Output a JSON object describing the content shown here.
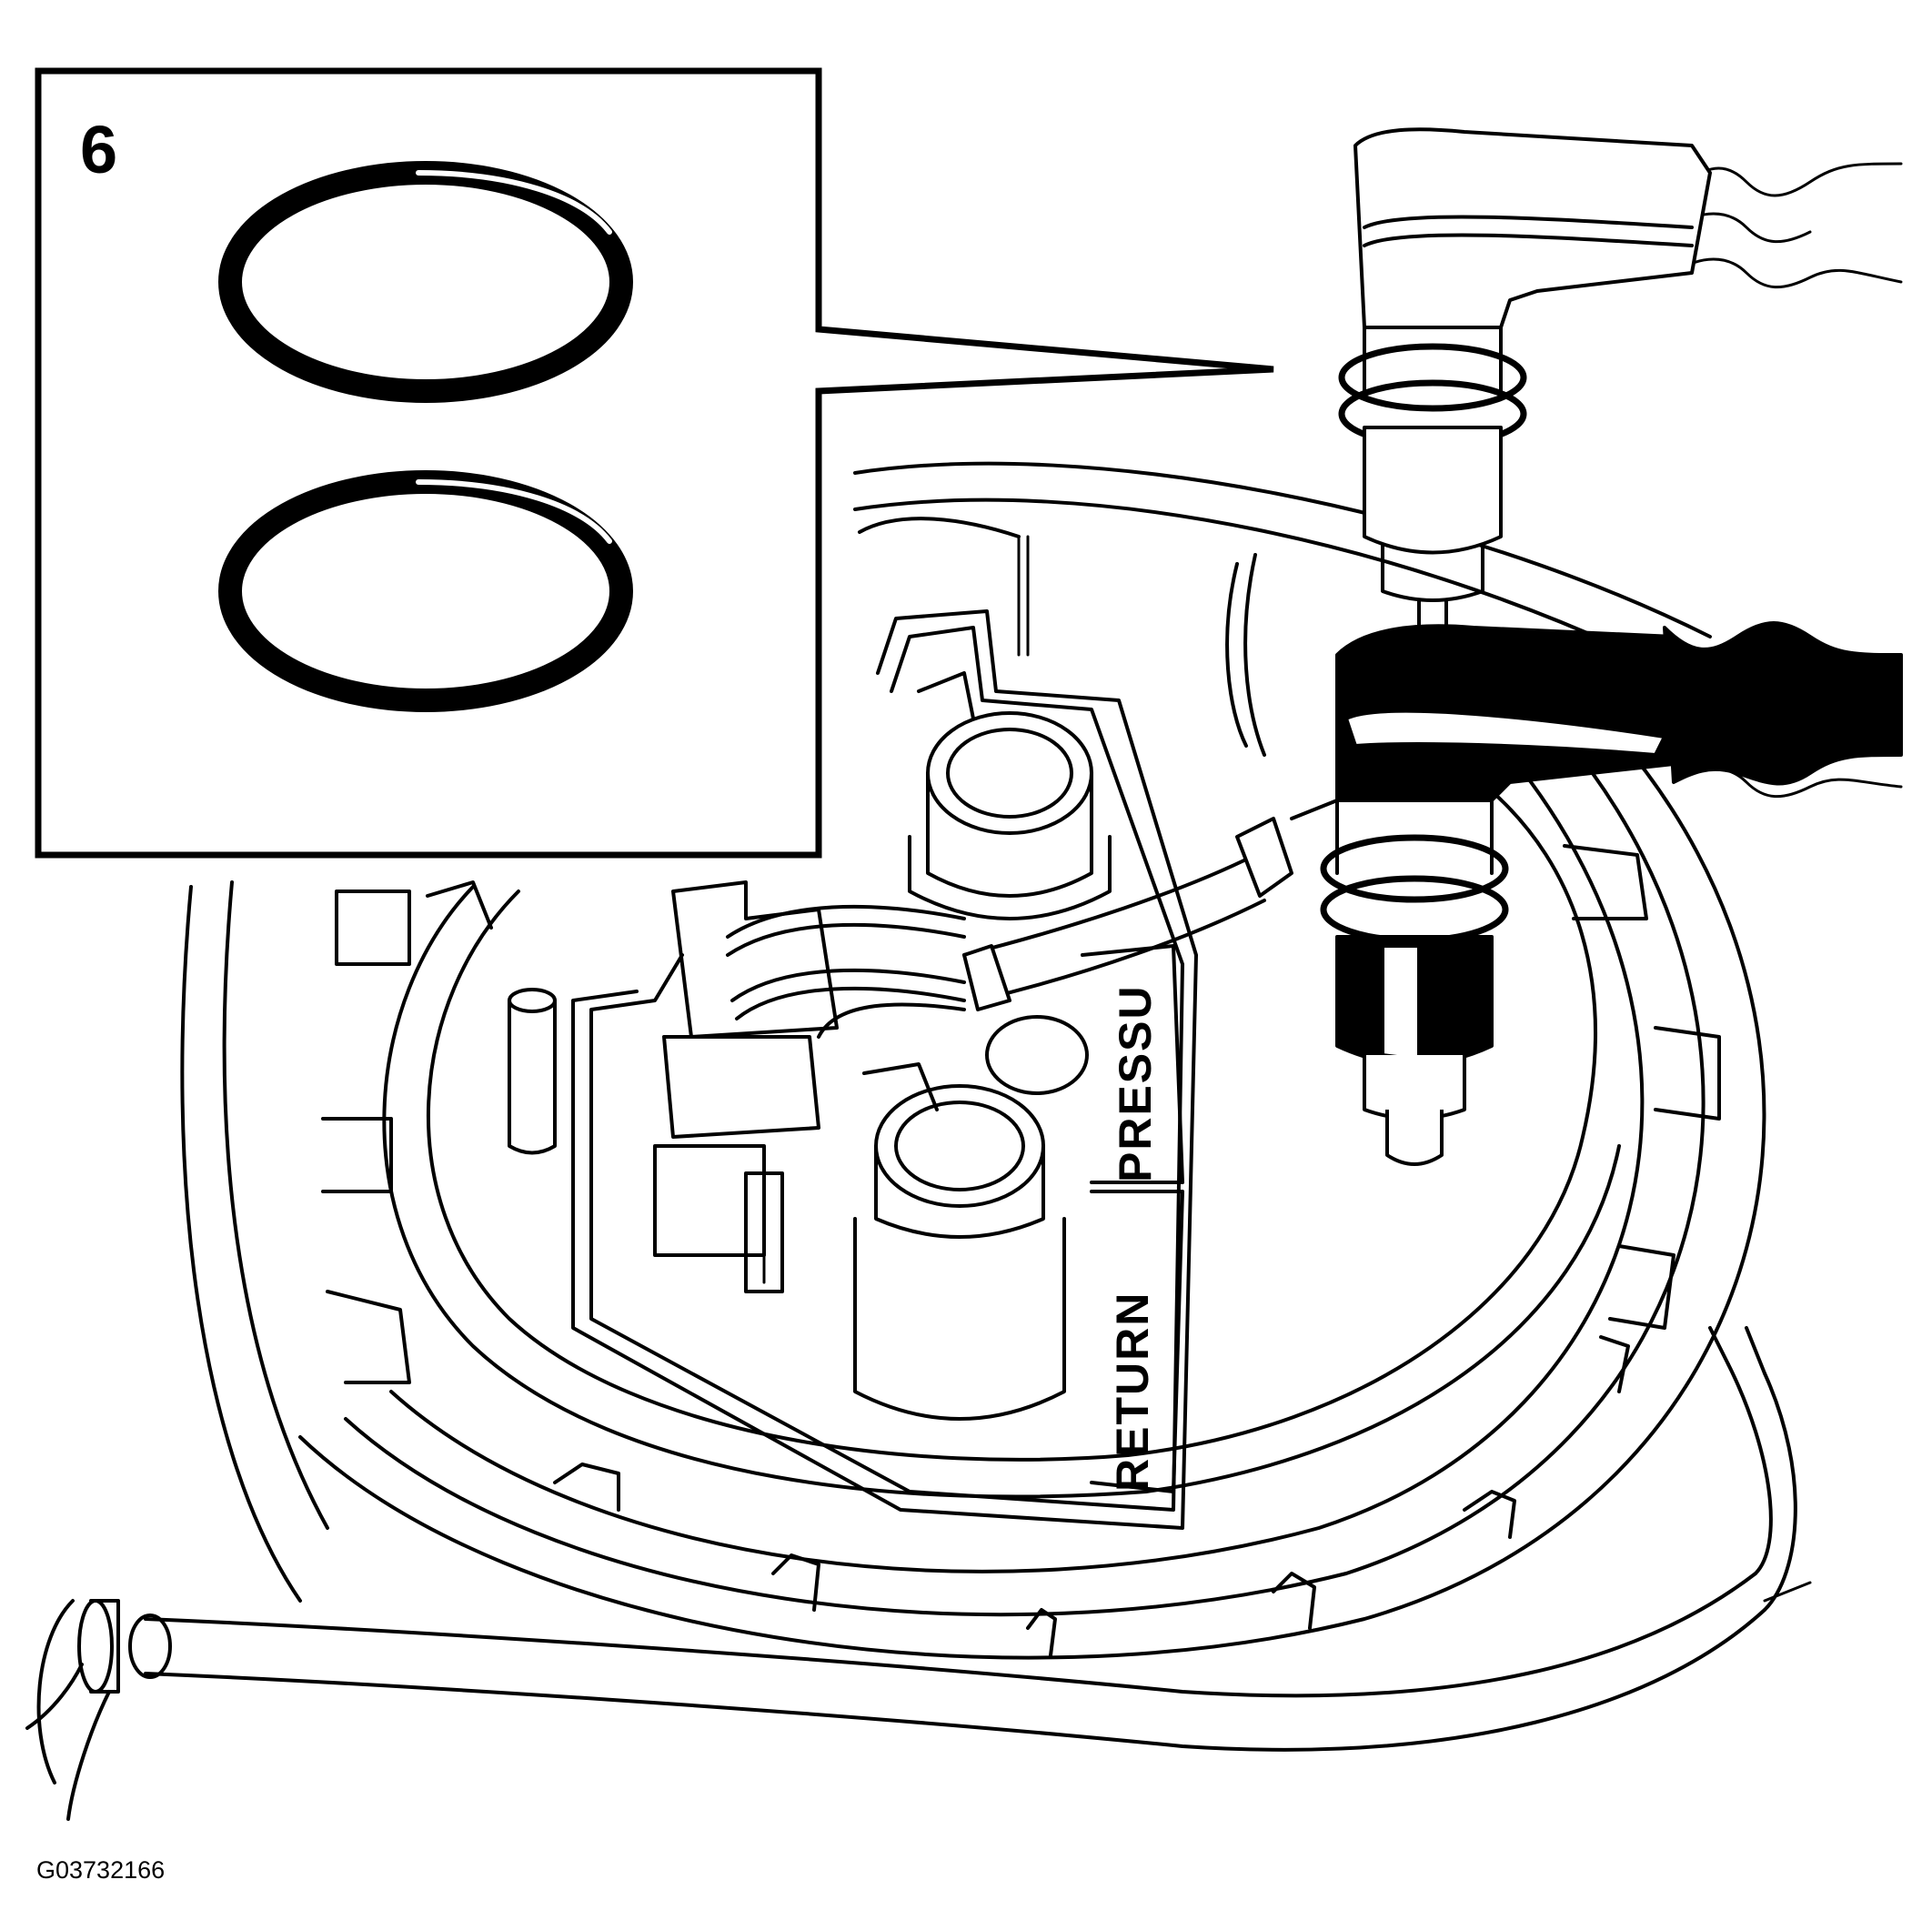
{
  "figure": {
    "callout_number": "6",
    "port_labels": {
      "pressure": "PRESSU",
      "return": "RETURN"
    },
    "reference_code": "G03732166"
  }
}
